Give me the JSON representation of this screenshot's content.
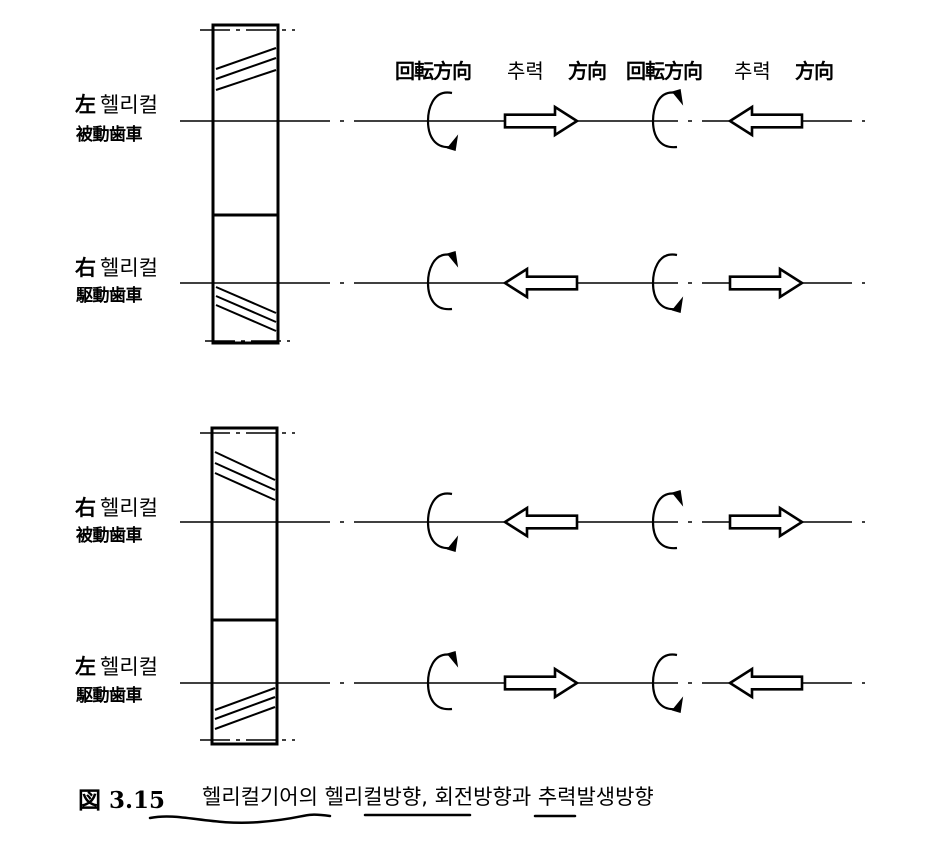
{
  "headers": {
    "rotation_1": "回転方向",
    "thrust_1_a": "추력",
    "thrust_1_b": "方向",
    "rotation_2": "回転方向",
    "thrust_2_a": "추력",
    "thrust_2_b": "方向"
  },
  "rows": [
    {
      "hand_kanji": "左",
      "hand_word": "헬리컬",
      "role": "被動歯車",
      "rot1": "up",
      "thrust1": "right",
      "rot2": "down",
      "thrust2": "left"
    },
    {
      "hand_kanji": "右",
      "hand_word": "헬리컬",
      "role": "駆動歯車",
      "rot1": "down",
      "thrust1": "left",
      "rot2": "up",
      "thrust2": "right"
    },
    {
      "hand_kanji": "右",
      "hand_word": "헬리컬",
      "role": "被動歯車",
      "rot1": "up",
      "thrust1": "left",
      "rot2": "down",
      "thrust2": "right"
    },
    {
      "hand_kanji": "左",
      "hand_word": "헬리컬",
      "role": "駆動歯車",
      "rot1": "down",
      "thrust1": "right",
      "rot2": "up",
      "thrust2": "left"
    }
  ],
  "caption": {
    "number": "図 3.15",
    "text": "헬리컬기어의 헬리컬방향, 회전방향과 추력발생방향"
  },
  "colors": {
    "ink": "#000000",
    "paper": "#ffffff"
  }
}
